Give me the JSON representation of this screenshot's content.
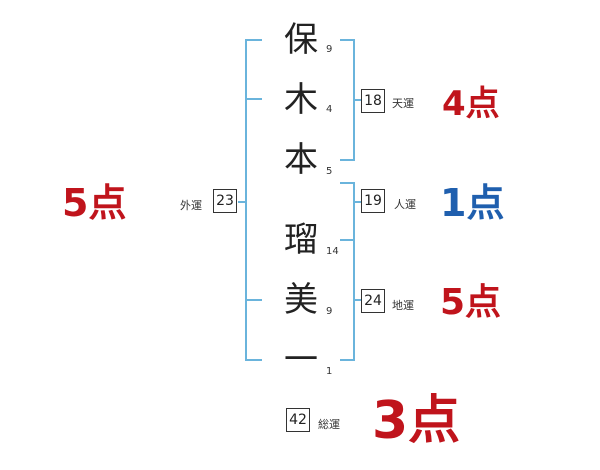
{
  "name_chars": [
    {
      "char": "保",
      "strokes": "9"
    },
    {
      "char": "木",
      "strokes": "4"
    },
    {
      "char": "本",
      "strokes": "5"
    },
    {
      "char": "瑠",
      "strokes": "14"
    },
    {
      "char": "美",
      "strokes": "9"
    },
    {
      "char": "一",
      "strokes": "1"
    }
  ],
  "fortunes": {
    "tenun": {
      "label": "天運",
      "value": "18",
      "score": "4点",
      "color": "#c0141c"
    },
    "jinun": {
      "label": "人運",
      "value": "19",
      "score": "1点",
      "color": "#1f5fae"
    },
    "chiun": {
      "label": "地運",
      "value": "24",
      "score": "5点",
      "color": "#c0141c"
    },
    "gaiun": {
      "label": "外運",
      "value": "23",
      "score": "5点",
      "color": "#c0141c"
    },
    "souun": {
      "label": "総運",
      "value": "42",
      "score": "3点",
      "color": "#c0141c"
    }
  },
  "bracket_color": "#6ab4dc"
}
